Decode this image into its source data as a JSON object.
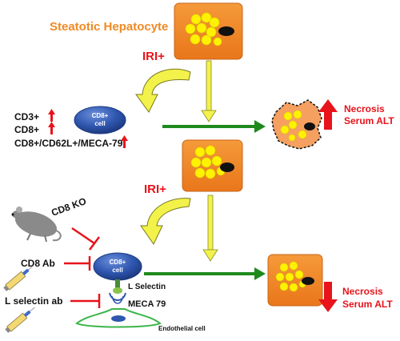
{
  "labels": {
    "title": "Steatotic Hepatocyte",
    "iri_top": "IRI+",
    "iri_bottom": "IRI+",
    "cd8_cell": [
      "CD8+",
      "cell"
    ],
    "cd3": "CD3+",
    "cd8": "CD8+",
    "cd8_combo": "CD8+/CD62L+/MECA-79",
    "necrosis_top": "Necrosis",
    "serum_top": "Serum ALT",
    "necrosis_bottom": "Necrosis",
    "serum_bottom": "Serum ALT",
    "cd8_ko": "CD8 KO",
    "cd8_ab": "CD8 Ab",
    "l_selectin_ab": "L selectin ab",
    "l_selectin": "L Selectin",
    "meca79": "MECA 79",
    "endothelial": "Endothelial cell"
  },
  "colors": {
    "orange_title": "#F08A24",
    "hepatocyte": "#F0801E",
    "fat": "#FFF200",
    "red": "#E8131B",
    "green": "#1E8A1E",
    "yellow_arrow": "#F2F24A",
    "cell_blue": "#2F57B0",
    "endothelial_green": "#3BB54A"
  },
  "icons": [
    "mouse-icon",
    "syringe-icon",
    "up-arrow-icon",
    "down-arrow-icon",
    "inhibition-bar-icon"
  ]
}
